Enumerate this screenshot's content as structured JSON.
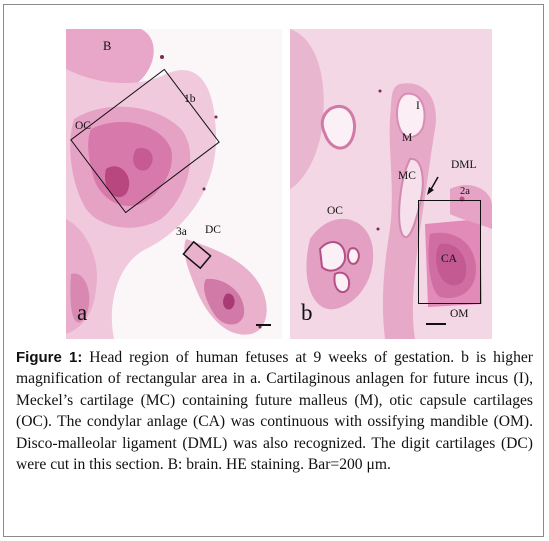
{
  "panels": {
    "a": {
      "letter": "a",
      "labels": {
        "brain": "B",
        "otic_capsule": "OC",
        "inset_1b": "1b",
        "inset_3a": "3a",
        "digit_cartilage": "DC"
      }
    },
    "b": {
      "letter": "b",
      "labels": {
        "incus": "I",
        "malleus": "M",
        "meckel": "MC",
        "dml": "DML",
        "inset_2a": "2a",
        "otic_capsule": "OC",
        "condylar": "CA",
        "mandible": "OM"
      }
    }
  },
  "caption": {
    "label": "Figure 1:",
    "text": " Head region of human fetuses at 9 weeks of gestation. b is higher magnification of rectangular area in a. Cartilaginous anlagen for future incus (I), Meckel’s cartilage (MC) containing future malleus (M), otic capsule cartilages (OC). The condylar anlage (CA) was continuous with ossifying mandible (OM). Disco-malleolar ligament (DML) was also recognized. The digit cartilages (DC) were cut in this section. B: brain. HE staining. Bar=200 μm."
  },
  "colors": {
    "tissue_light": "#f2d3e2",
    "tissue_mid": "#e39ac0",
    "tissue_dark": "#c8578f",
    "tissue_deep": "#a23a73"
  }
}
